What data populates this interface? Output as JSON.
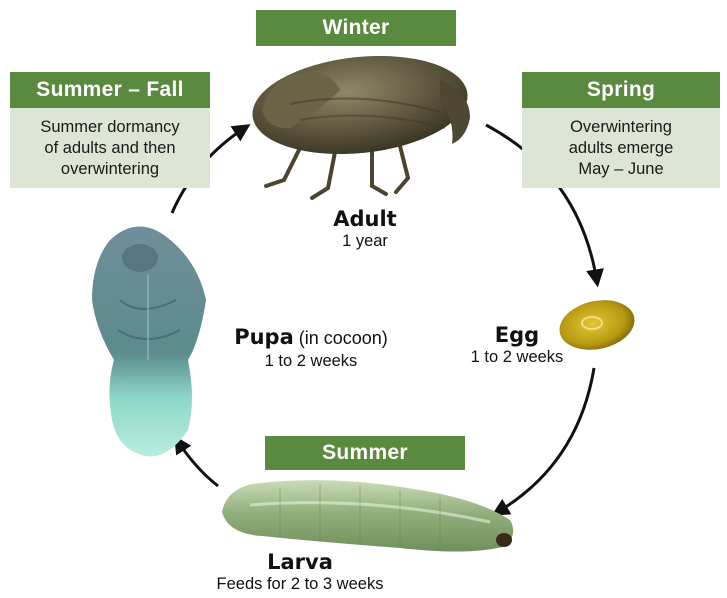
{
  "seasons": {
    "winter": "Winter",
    "summer_fall": "Summer – Fall",
    "spring": "Spring",
    "summer": "Summer"
  },
  "notes": {
    "summer_fall": [
      "Summer dormancy",
      "of adults and then",
      "overwintering"
    ],
    "spring": [
      "Overwintering",
      "adults emerge",
      "May – June"
    ]
  },
  "stages": {
    "adult": {
      "name": "Adult",
      "duration": "1 year"
    },
    "egg": {
      "name": "Egg",
      "duration": "1 to 2 weeks"
    },
    "larva": {
      "name": "Larva",
      "duration": "Feeds for 2 to 3 weeks"
    },
    "pupa": {
      "name": "Pupa",
      "qualifier": " (in cocoon)",
      "duration": "1 to 2 weeks"
    }
  },
  "colors": {
    "season_header": "#5a8a3f",
    "note_box": "#dde6d4",
    "arrow": "#111111"
  }
}
